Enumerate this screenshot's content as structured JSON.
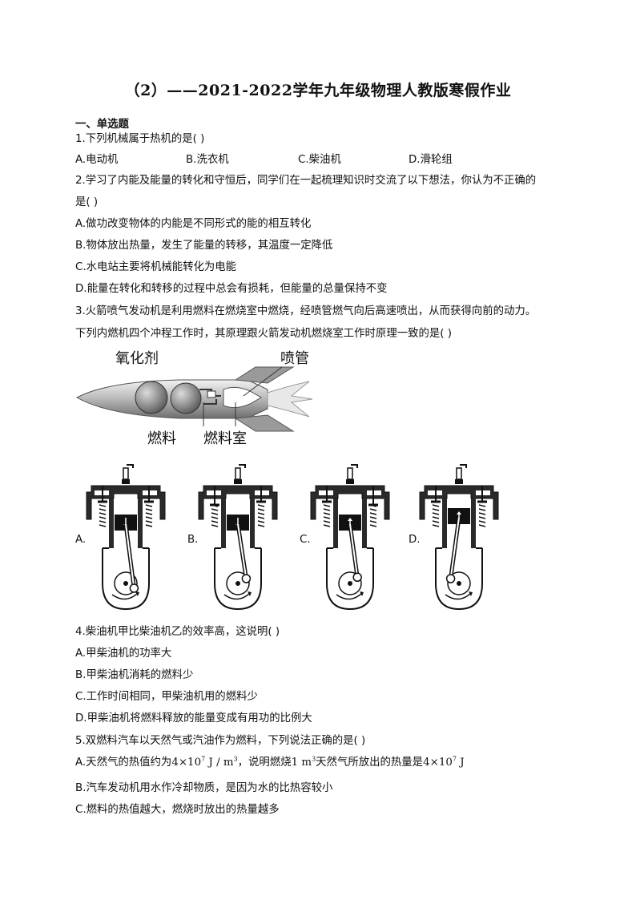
{
  "title": "（2）——2021-2022学年九年级物理人教版寒假作业",
  "section": "一、单选题",
  "q1": {
    "stem": "1.下列机械属于热机的是(  )",
    "options": [
      "A.电动机",
      "B.洗衣机",
      "C.柴油机",
      "D.滑轮组"
    ]
  },
  "q2": {
    "stem_line1": "2.学习了内能及能量的转化和守恒后，同学们在一起梳理知识时交流了以下想法，你认为不正确的",
    "stem_line2": "是(  )",
    "options": [
      "A.做功改变物体的内能是不同形式的能的相互转化",
      "B.物体放出热量，发生了能量的转移，其温度一定降低",
      "C.水电站主要将机械能转化为电能",
      "D.能量在转化和转移的过程中总会有损耗，但能量的总量保持不变"
    ]
  },
  "q3": {
    "stem_line1": "3.火箭喷气发动机是利用燃料在燃烧室中燃烧，经喷管燃气向后高速喷出，从而获得向前的动力。",
    "stem_line2": "下列内燃机四个冲程工作时，其原理跟火箭发动机燃烧室工作时原理一致的是(  )",
    "rocket_labels": {
      "oxidizer": "氧化剂",
      "nozzle": "喷管",
      "fuel": "燃料",
      "chamber": "燃料室"
    },
    "engine_labels": [
      "A.",
      "B.",
      "C.",
      "D."
    ]
  },
  "q4": {
    "stem": "4.柴油机甲比柴油机乙的效率高，这说明(  )",
    "options": [
      "A.甲柴油机的功率大",
      "B.甲柴油机消耗的燃料少",
      "C.工作时间相同，甲柴油机用的燃料少",
      "D.甲柴油机将燃料释放的能量变成有用功的比例大"
    ]
  },
  "q5": {
    "stem": "5.双燃料汽车以天然气或汽油作为燃料，下列说法正确的是(  )",
    "optA_part1": "A.天然气的热值约为",
    "optA_val1": "4×10",
    "optA_exp1": "7",
    "optA_unit1": " J / m",
    "optA_unitexp1": "3",
    "optA_part2": "，说明燃烧",
    "optA_val2": "1 m",
    "optA_exp2": "3",
    "optA_part3": "天然气所放出的热量是",
    "optA_val3": "4×10",
    "optA_exp3": "7",
    "optA_unit3": " J",
    "optB": "B.汽车发动机用水作冷却物质，是因为水的比热容较小",
    "optC": "C.燃料的热值越大，燃烧时放出的热量越多"
  }
}
